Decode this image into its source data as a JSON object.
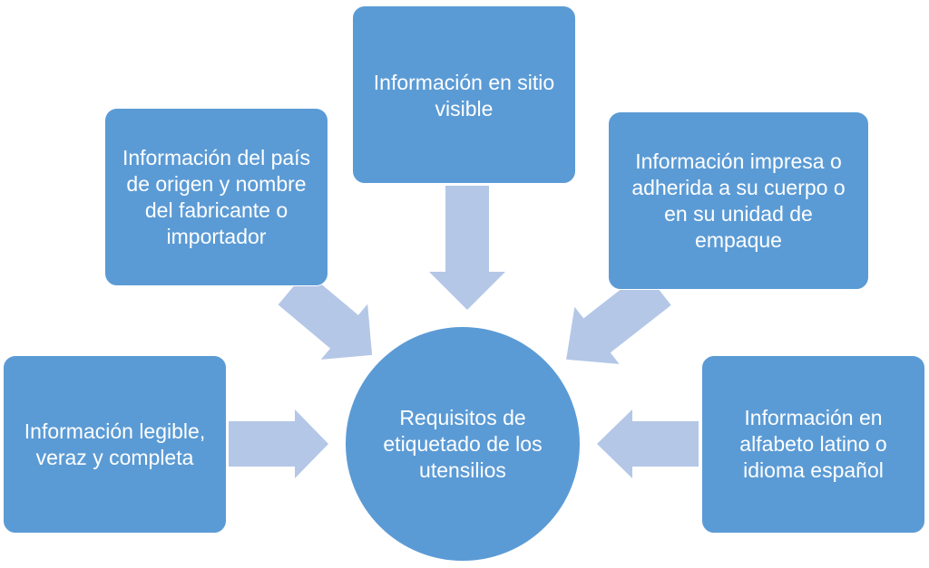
{
  "colors": {
    "node": "#5B9BD5",
    "arrow": "#B4C7E7",
    "text": "#FFFFFF"
  },
  "center": {
    "label": "Requisitos de etiquetado de los utensilios"
  },
  "nodes": [
    {
      "label": "Información legible, veraz y completa"
    },
    {
      "label": "Información del país de origen y nombre del fabricante o importador"
    },
    {
      "label": "Información en sitio visible"
    },
    {
      "label": "Información impresa o adherida a su cuerpo o en su unidad de empaque"
    },
    {
      "label": "Información en alfabeto latino o idioma español"
    }
  ]
}
